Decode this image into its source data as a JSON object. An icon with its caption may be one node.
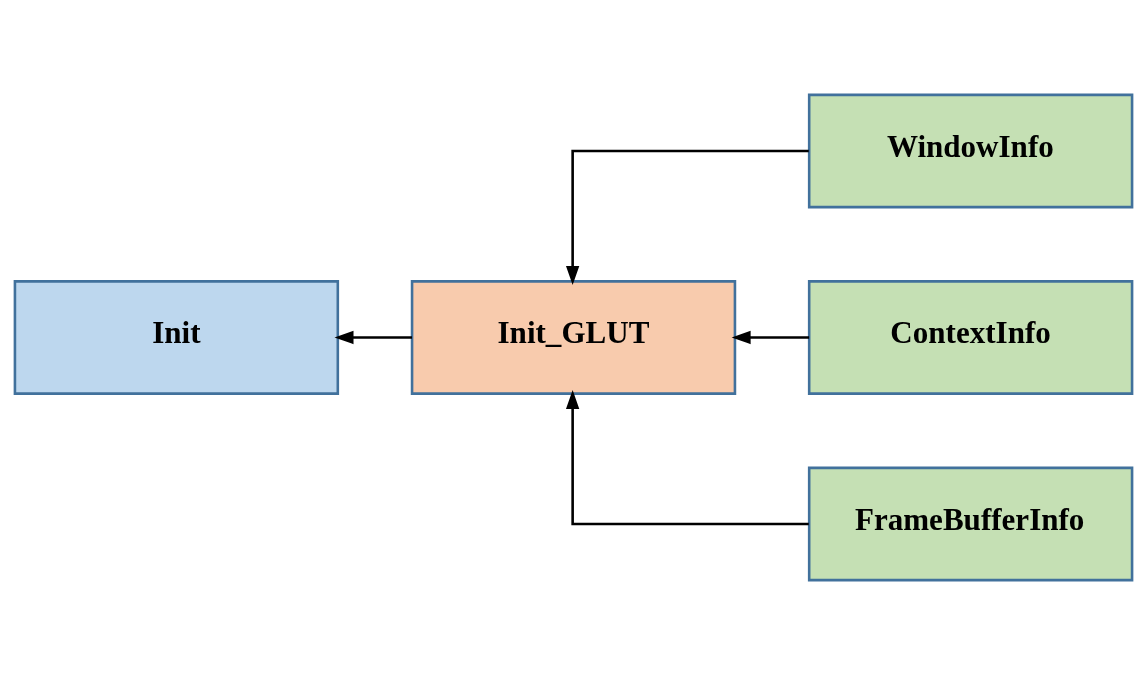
{
  "diagram": {
    "nodes": [
      {
        "text": [
          "Init"
        ]
      },
      {
        "text": [
          "Init_GLUT"
        ]
      },
      {
        "text": [
          "WindowInfo"
        ]
      },
      {
        "text": [
          "ContextInfo"
        ]
      },
      {
        "text": [
          "FrameBufferInfo"
        ]
      }
    ],
    "edges": [
      {
        "from": 1,
        "to": 0,
        "arrow": "to"
      },
      {
        "from": 2,
        "to": 1,
        "arrow": "to"
      },
      {
        "from": 3,
        "to": 1,
        "arrow": "to"
      },
      {
        "from": 4,
        "to": 1,
        "arrow": "to"
      }
    ]
  }
}
